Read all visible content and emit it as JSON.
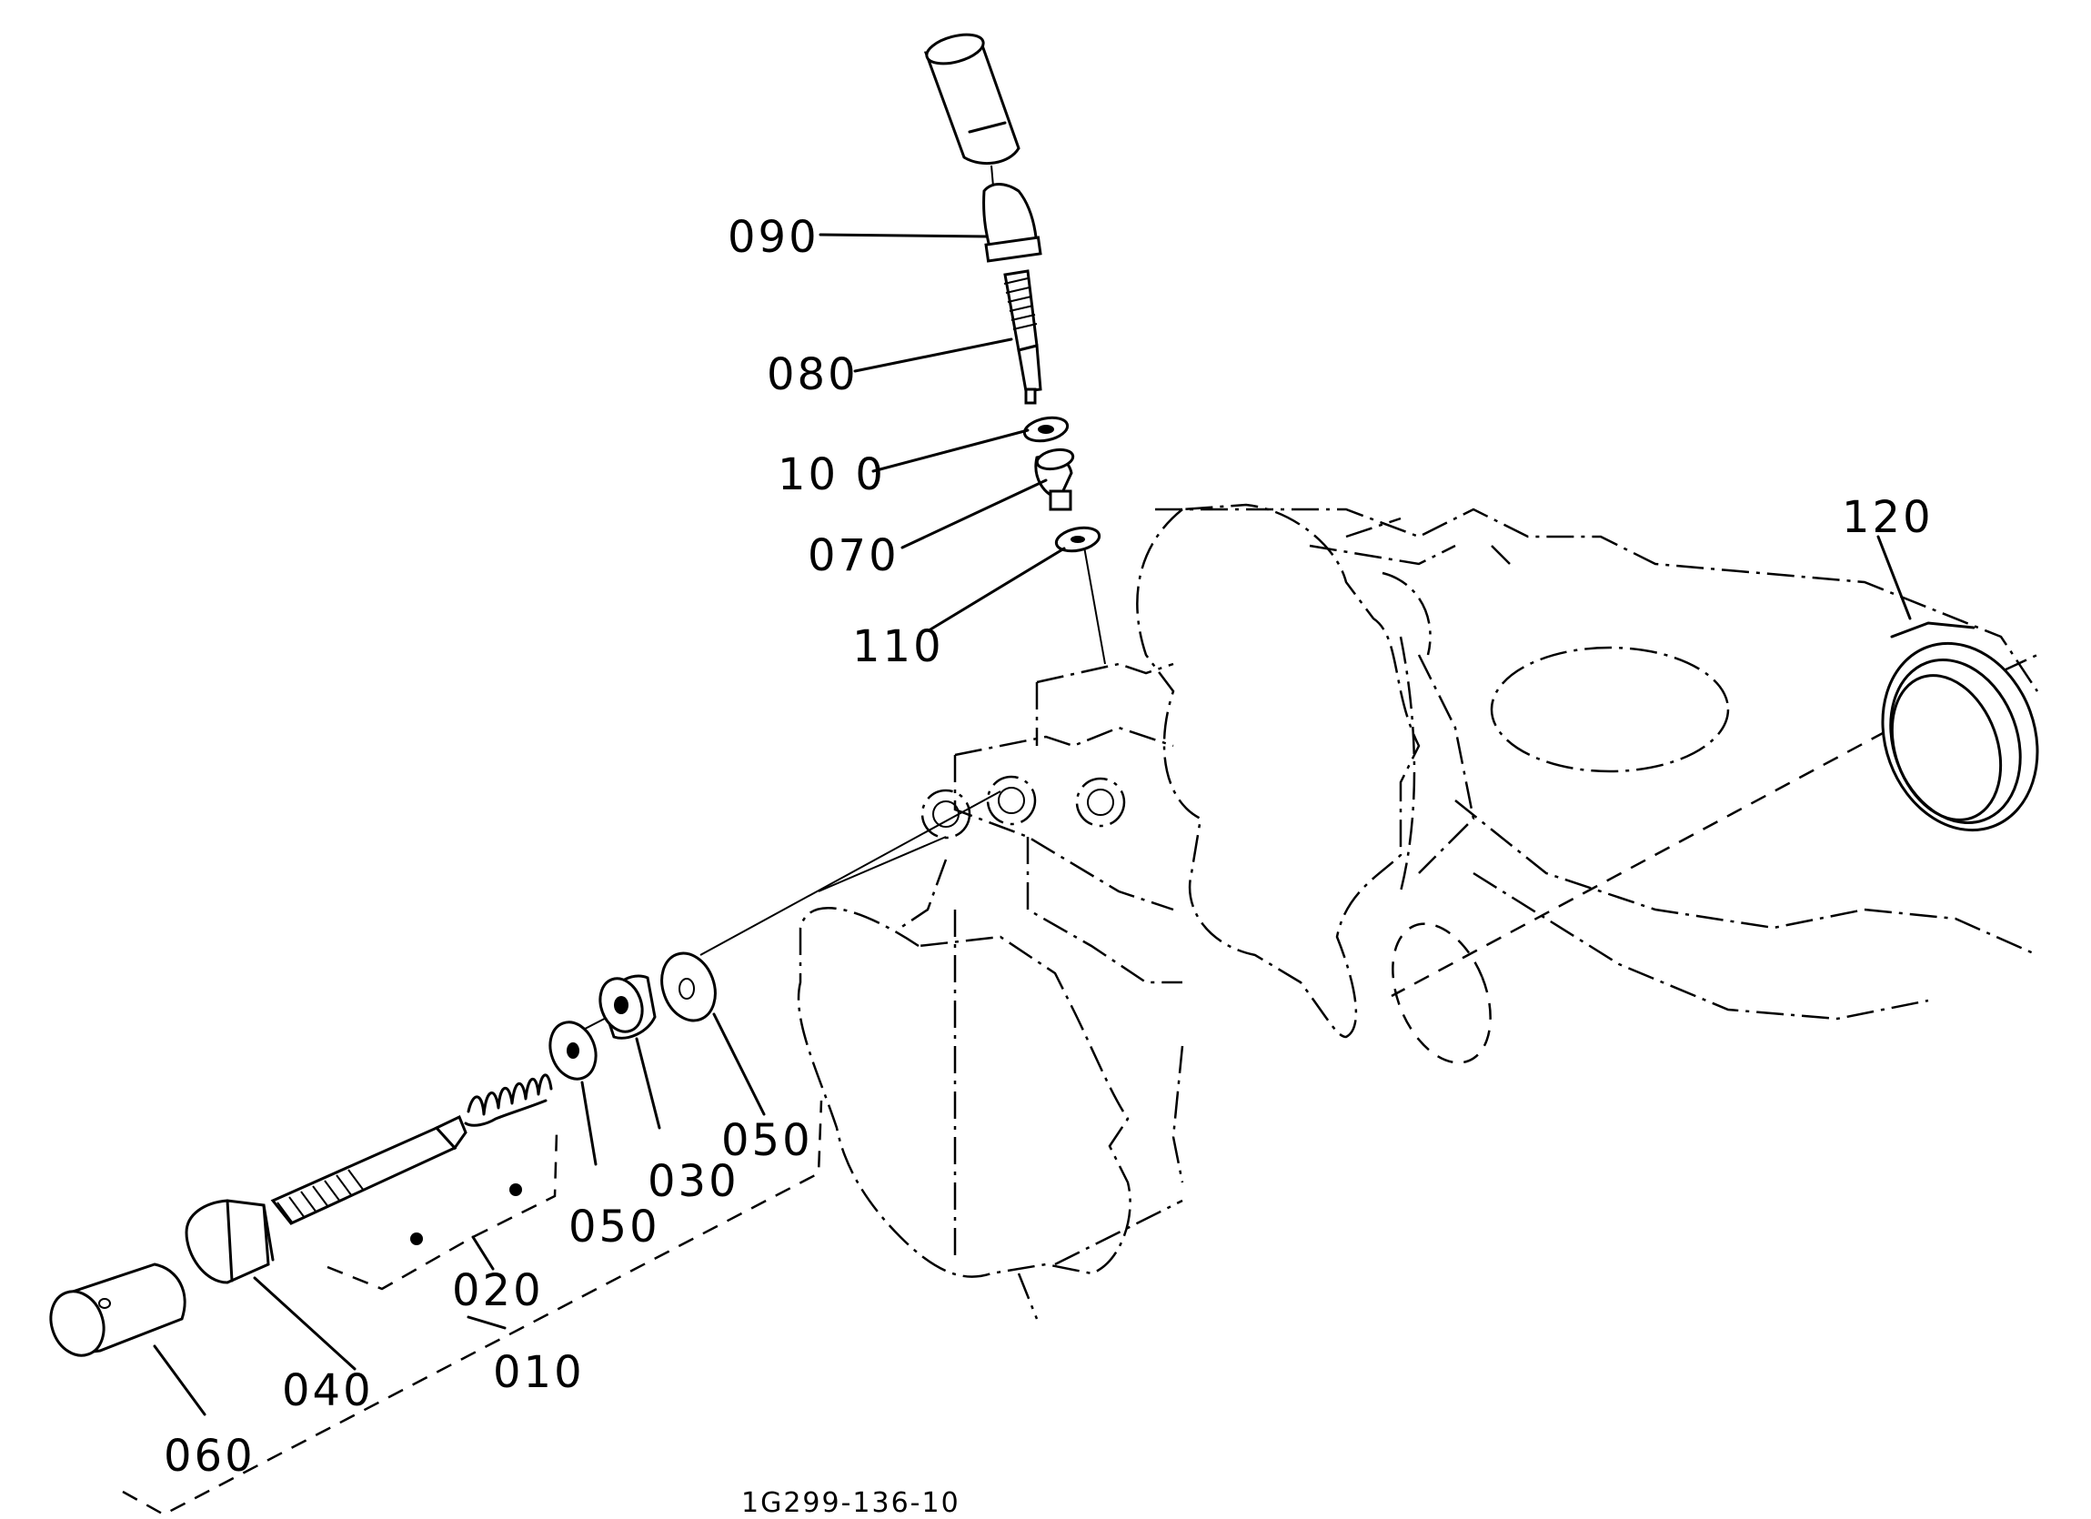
{
  "diagram": {
    "figure_id": "1G299-136-10",
    "parts": [
      {
        "id": "p010",
        "label": "010"
      },
      {
        "id": "p020",
        "label": "020"
      },
      {
        "id": "p030",
        "label": "030"
      },
      {
        "id": "p040",
        "label": "040"
      },
      {
        "id": "p050a",
        "label": "050"
      },
      {
        "id": "p050b",
        "label": "050"
      },
      {
        "id": "p060",
        "label": "060"
      },
      {
        "id": "p070",
        "label": "070"
      },
      {
        "id": "p080",
        "label": "080"
      },
      {
        "id": "p090",
        "label": "090"
      },
      {
        "id": "p100",
        "label": "10 0"
      },
      {
        "id": "p110",
        "label": "110"
      },
      {
        "id": "p120",
        "label": "120"
      }
    ]
  }
}
